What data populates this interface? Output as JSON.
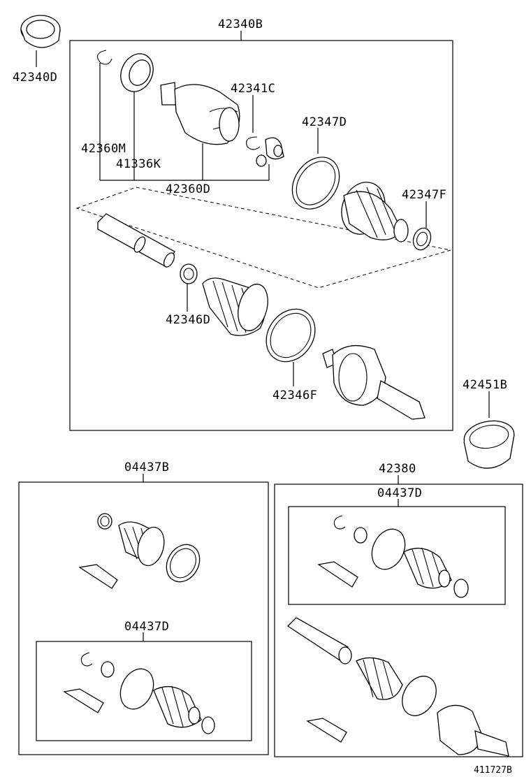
{
  "labels": {
    "p42340B": "42340B",
    "p42340D": "42340D",
    "p42341C": "42341C",
    "p42347D": "42347D",
    "p42360M": "42360M",
    "p41336K": "41336K",
    "p42360D": "42360D",
    "p42347F": "42347F",
    "p42346D": "42346D",
    "p42346F": "42346F",
    "p42451B": "42451B",
    "p04437B": "04437B",
    "p42380": "42380",
    "p04437D_right": "04437D",
    "p04437D_left": "04437D"
  },
  "figure_number": "411727B"
}
